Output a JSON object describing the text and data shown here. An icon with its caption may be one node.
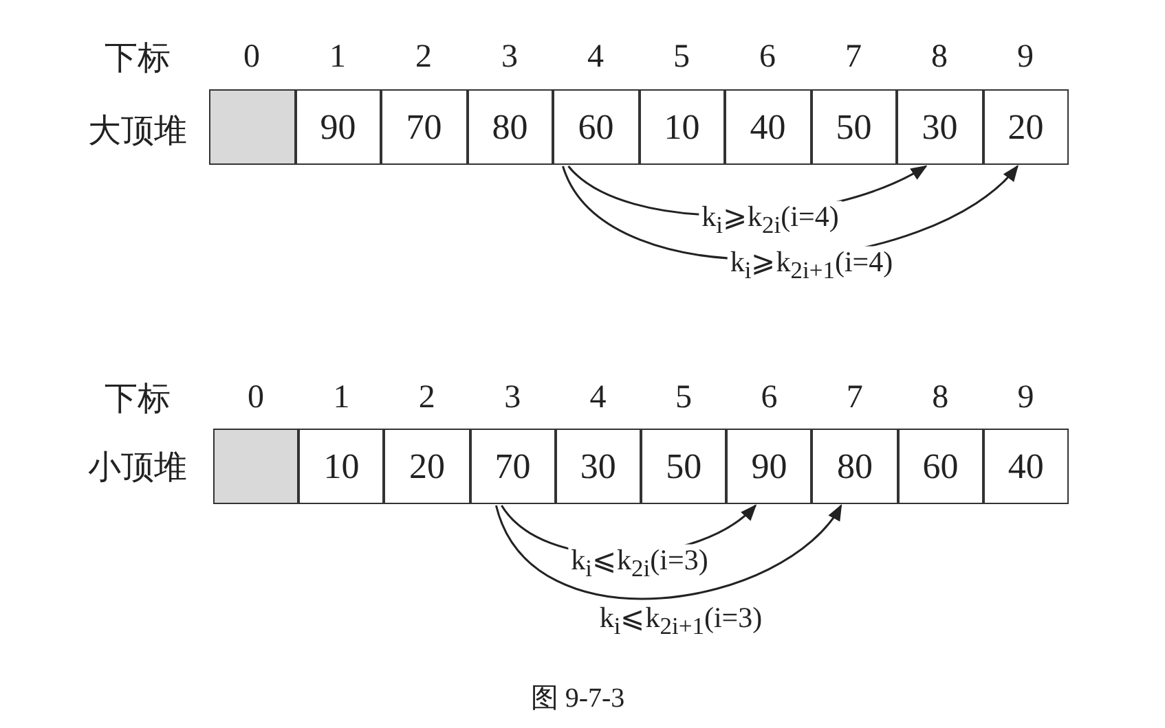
{
  "diagram": {
    "caption": "图 9-7-3",
    "nodes": [
      {
        "text": [],
        "shape": "box"
      },
      {
        "text": [
          "90"
        ]
      },
      {
        "text": [
          "70"
        ]
      },
      {
        "text": [
          "80"
        ]
      },
      {
        "text": [
          "60"
        ]
      },
      {
        "text": [
          "10"
        ]
      },
      {
        "text": [
          "40"
        ]
      },
      {
        "text": [
          "50"
        ]
      },
      {
        "text": [
          "30"
        ]
      },
      {
        "text": [
          "20"
        ]
      },
      {
        "text": [],
        "shape": "box"
      },
      {
        "text": [
          "10"
        ]
      },
      {
        "text": [
          "20"
        ]
      },
      {
        "text": [
          "70"
        ]
      },
      {
        "text": [
          "30"
        ]
      },
      {
        "text": [
          "50"
        ]
      },
      {
        "text": [
          "90"
        ]
      },
      {
        "text": [
          "80"
        ]
      },
      {
        "text": [
          "60"
        ]
      },
      {
        "text": [
          "40"
        ]
      }
    ],
    "edges": [
      {
        "from": 4,
        "to": 8,
        "arrow": "to",
        "label": "k$_{i}$⩾k$_{2i}$(i=4)"
      },
      {
        "from": 4,
        "to": 9,
        "arrow": "to",
        "label": "k$_{i}$⩾k$_{2i+1}$(i=4)"
      },
      {
        "from": 13,
        "to": 16,
        "arrow": "to",
        "label": "k$_{i}$⩽k$_{2i}$(i=3)"
      },
      {
        "from": 13,
        "to": 17,
        "arrow": "to",
        "label": "k$_{i}$⩽k$_{2i+1}$(i=3)"
      }
    ],
    "labels": [
      "下标",
      "0",
      "1",
      "2",
      "3",
      "4",
      "5",
      "6",
      "7",
      "8",
      "9",
      "大顶堆",
      "下标",
      "0",
      "1",
      "2",
      "3",
      "4",
      "5",
      "6",
      "7",
      "8",
      "9",
      "小顶堆"
    ]
  }
}
